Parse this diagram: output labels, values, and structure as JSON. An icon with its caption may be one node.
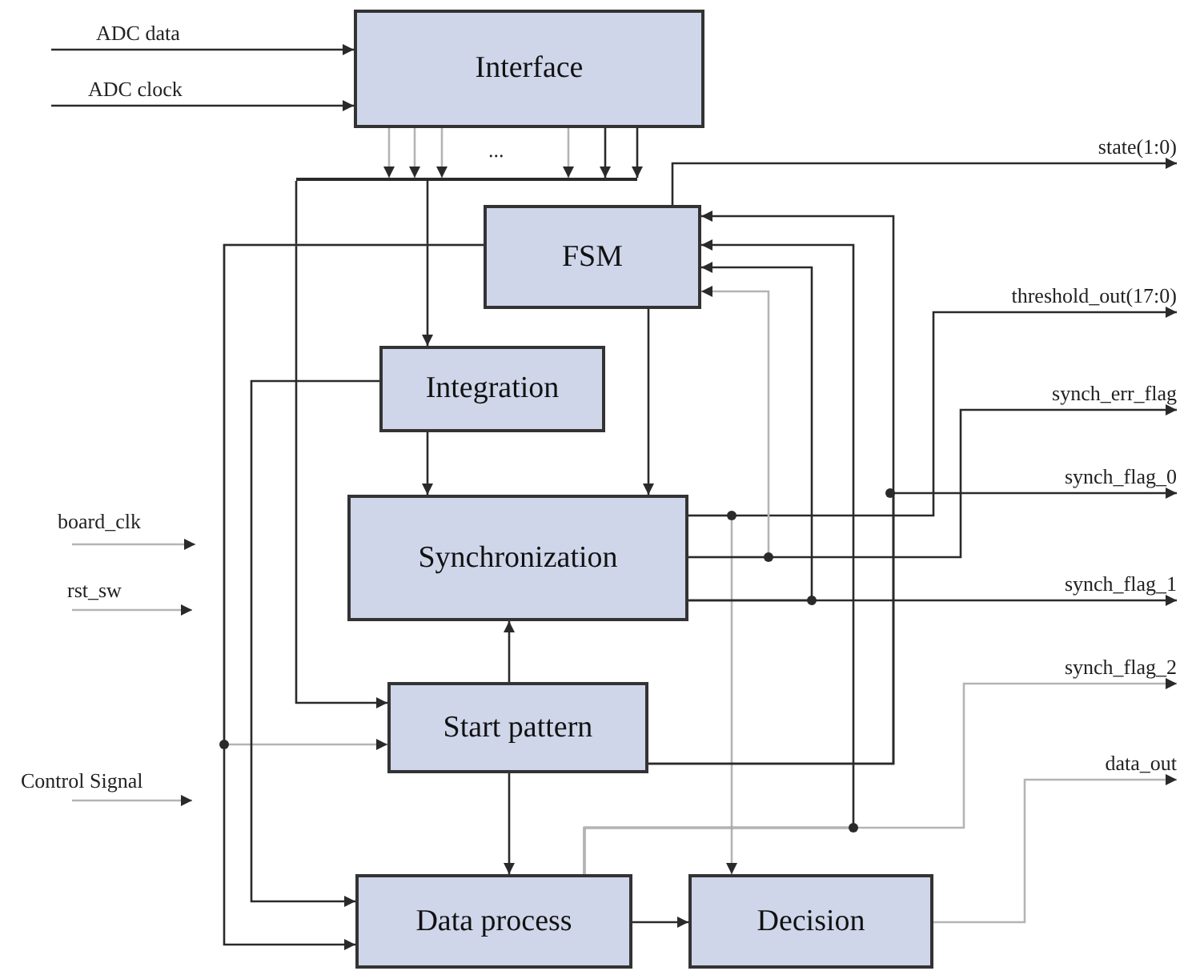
{
  "diagram": {
    "nodes": [
      {
        "text": [
          "ADC data"
        ]
      },
      {
        "text": [
          "ADC clock"
        ]
      },
      {
        "text": [
          "Interface"
        ]
      },
      {
        "text": [],
        "shape": "bar"
      },
      {
        "text": [
          "state(1:0)"
        ]
      },
      {
        "text": [
          "FSM"
        ]
      },
      {
        "text": [
          "threshold_out(17:0)"
        ]
      },
      {
        "text": [
          "Integration"
        ]
      },
      {
        "text": [
          "synch_err_flag"
        ]
      },
      {
        "text": [
          "synch_flag_0"
        ]
      },
      {
        "text": [
          "Synchronization"
        ]
      },
      {
        "text": [
          "synch_flag_1"
        ]
      },
      {
        "text": [
          "synch_flag_2"
        ]
      },
      {
        "text": [
          "Start pattern"
        ]
      },
      {
        "text": [
          "data_out"
        ]
      },
      {
        "text": [
          "Data process"
        ]
      },
      {
        "text": [
          "Decision"
        ]
      }
    ],
    "edges": [
      {
        "from": 0,
        "to": 2,
        "arrow": "to"
      },
      {
        "from": 1,
        "to": 2,
        "arrow": "to"
      },
      {
        "from": 2,
        "to": 3,
        "arrow": "to",
        "color": "#b4b4b4"
      },
      {
        "from": 2,
        "to": 3,
        "arrow": "to",
        "color": "#b4b4b4"
      },
      {
        "from": 2,
        "to": 3,
        "arrow": "to",
        "color": "#b4b4b4"
      },
      {
        "from": 2,
        "to": 3,
        "arrow": "to",
        "color": "#b4b4b4"
      },
      {
        "from": 2,
        "to": 3,
        "arrow": "to"
      },
      {
        "from": 2,
        "to": 3,
        "arrow": "to"
      },
      {
        "from": 3,
        "to": 7,
        "arrow": "to"
      },
      {
        "from": 3,
        "to": 13,
        "arrow": "to"
      },
      {
        "from": 5,
        "to": 4,
        "arrow": "to"
      },
      {
        "from": 5,
        "to": 13,
        "arrow": "to",
        "color": "#b4b4b4"
      },
      {
        "from": 5,
        "to": 15,
        "arrow": "to"
      },
      {
        "from": 5,
        "to": 10,
        "arrow": "to"
      },
      {
        "from": 7,
        "to": 10,
        "arrow": "to"
      },
      {
        "from": 7,
        "to": 15,
        "arrow": "to"
      },
      {
        "from": 13,
        "to": 10,
        "arrow": "to"
      },
      {
        "from": 13,
        "to": 15,
        "arrow": "to"
      },
      {
        "from": 15,
        "to": 16,
        "arrow": "to"
      },
      {
        "from": 10,
        "to": 16,
        "arrow": "to",
        "color": "#b4b4b4"
      },
      {
        "from": 10,
        "to": 6,
        "arrow": "to"
      },
      {
        "from": 10,
        "to": 5,
        "arrow": "to",
        "color": "#b4b4b4"
      },
      {
        "from": 10,
        "to": 8,
        "arrow": "to"
      },
      {
        "from": 10,
        "to": 5,
        "arrow": "to"
      },
      {
        "from": 10,
        "to": 11,
        "arrow": "to"
      },
      {
        "from": 13,
        "to": 5,
        "arrow": "to"
      },
      {
        "from": 13,
        "to": 9,
        "arrow": "to"
      },
      {
        "from": 15,
        "to": 5,
        "arrow": "to"
      },
      {
        "from": 15,
        "to": 12,
        "arrow": "to",
        "color": "#b4b4b4"
      },
      {
        "from": 16,
        "to": 14,
        "arrow": "to",
        "color": "#b4b4b4"
      }
    ],
    "labels": [
      "...",
      "board_clk",
      "rst_sw",
      "Control Signal"
    ]
  }
}
